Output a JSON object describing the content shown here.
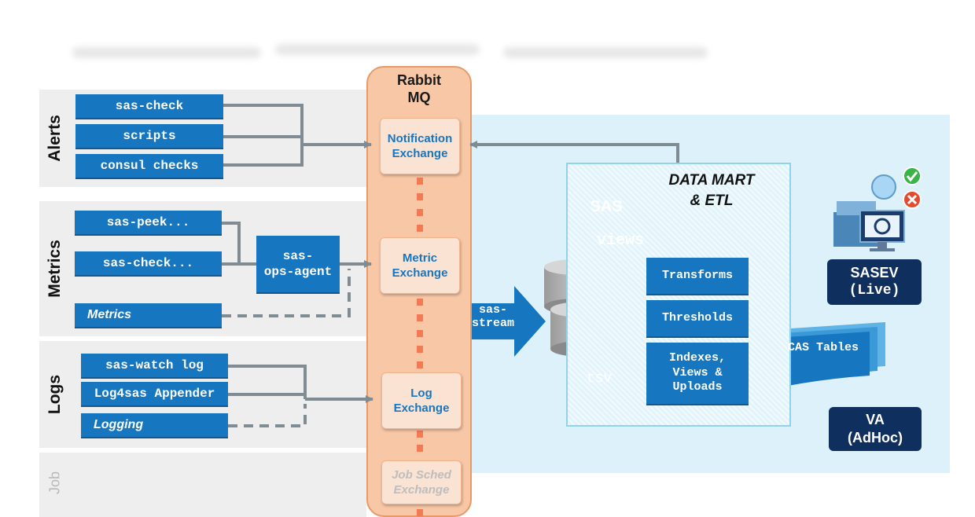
{
  "bands": {
    "alerts": "Alerts",
    "metrics": "Metrics",
    "logs": "Logs",
    "job": "Job"
  },
  "alerts": {
    "sas_check": "sas-check",
    "scripts": "scripts",
    "consul_checks": "consul checks"
  },
  "metrics": {
    "sas_peek": "sas-peek...",
    "sas_check": "sas-check...",
    "metrics": "Metrics",
    "ops_agent_line1": "sas-",
    "ops_agent_line2": "ops-agent"
  },
  "logs": {
    "sas_watch": "sas-watch log",
    "log4sas": "Log4sas Appender",
    "logging": "Logging"
  },
  "rabbit": {
    "title_line1": "Rabbit",
    "title_line2": "MQ",
    "notification": {
      "line1": "Notification",
      "line2": "Exchange"
    },
    "metric": {
      "line1": "Metric",
      "line2": "Exchange"
    },
    "log": {
      "line1": "Log",
      "line2": "Exchange"
    },
    "job": {
      "line1": "Job Sched",
      "line2": "Exchange"
    }
  },
  "stream": {
    "line1": "sas-",
    "line2": "stream"
  },
  "datamart": {
    "title_line1": "DATA MART",
    "title_line2": "& ETL",
    "sas": "SAS",
    "views": "views",
    "tsv": "tsv",
    "transforms": "Transforms",
    "thresholds": "Thresholds",
    "indexes_line1": "Indexes,",
    "indexes_line2": "Views &",
    "indexes_line3": "Uploads"
  },
  "cas_tables": "CAS Tables",
  "sasev": {
    "line1": "SASEV",
    "line2": "(Live)"
  },
  "va": {
    "line1": "VA",
    "line2": "(AdHoc)"
  },
  "colors": {
    "box_blue": "#1676c0",
    "dark_navy": "#0f2f5f",
    "rabbit_orange": "#f8c7a6",
    "connector_gray": "#7f8c93",
    "panel_light_blue": "#dcf1fa"
  },
  "icons": [
    "user-monitor-icon",
    "check-icon",
    "error-icon"
  ]
}
